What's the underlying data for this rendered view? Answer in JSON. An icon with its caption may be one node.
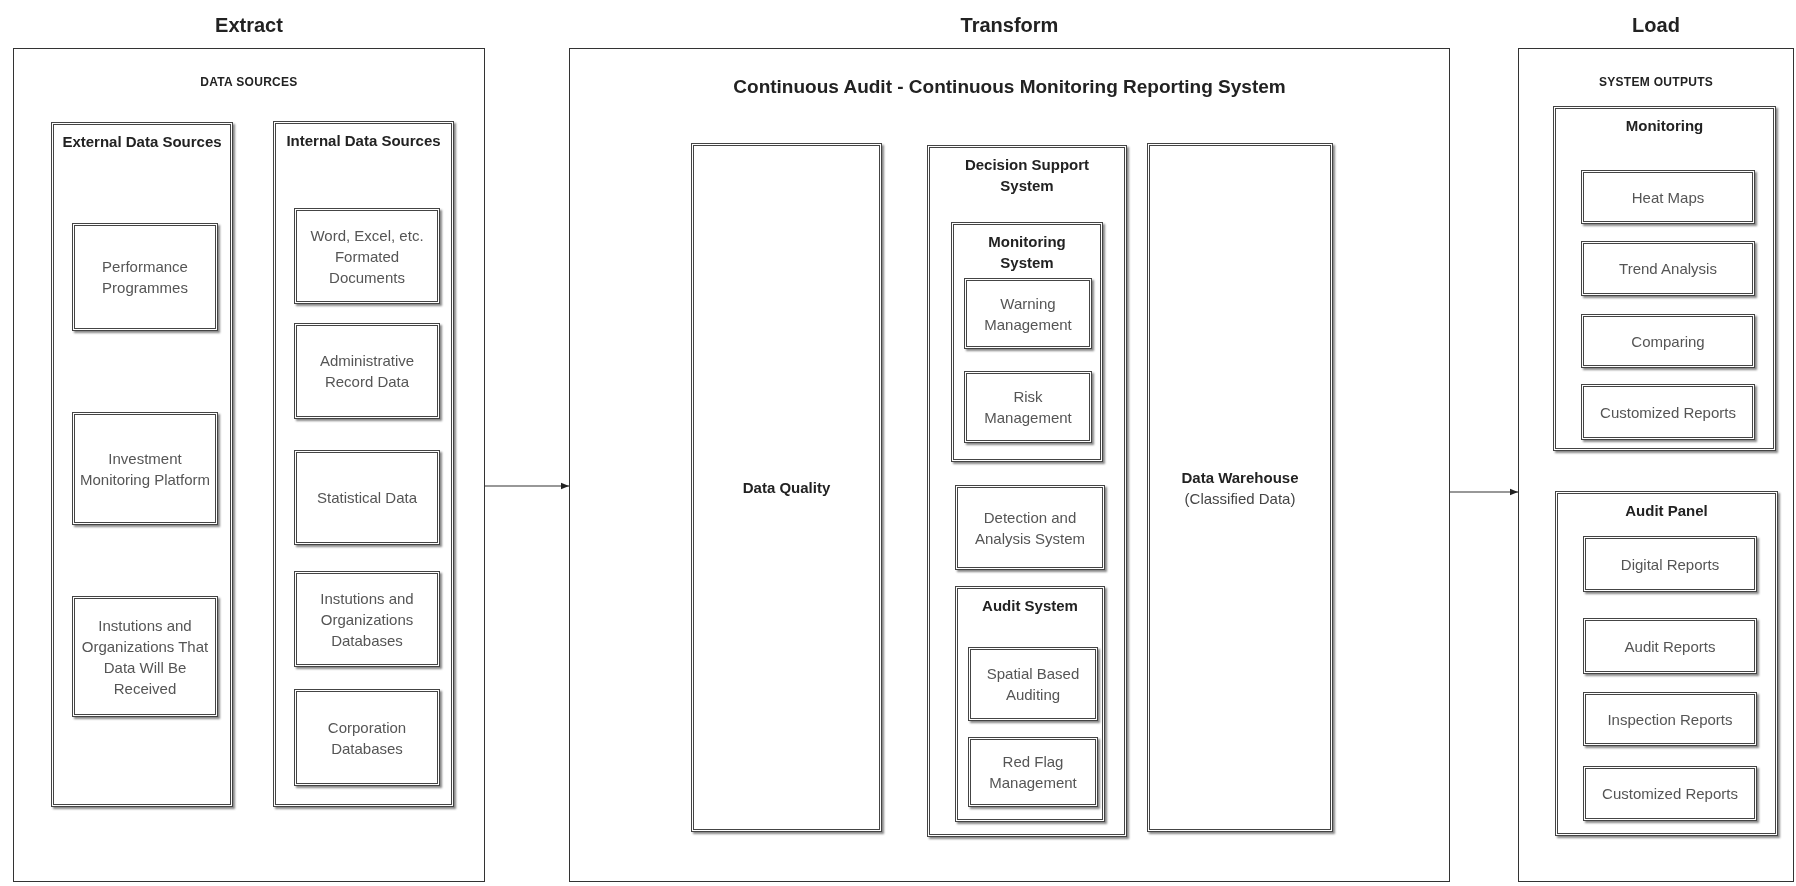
{
  "diagram": {
    "nodes": [
      {
        "text": [
          "Extract",
          "DATA SOURCES"
        ]
      },
      {
        "text": [
          "External Data Sources"
        ],
        "in": 0
      },
      {
        "text": [
          "Performance Programmes"
        ],
        "in": 1
      },
      {
        "text": [
          "Investment Monitoring Platform"
        ],
        "in": 1
      },
      {
        "text": [
          "Instutions and Organizations That Data Will Be Received"
        ],
        "in": 1
      },
      {
        "text": [
          "Internal Data Sources"
        ],
        "in": 0
      },
      {
        "text": [
          "Word, Excel, etc. Formated Documents"
        ],
        "in": 5
      },
      {
        "text": [
          "Administrative Record Data"
        ],
        "in": 5
      },
      {
        "text": [
          "Statistical Data"
        ],
        "in": 5
      },
      {
        "text": [
          "Instutions and Organizations Databases"
        ],
        "in": 5
      },
      {
        "text": [
          "Corporation Databases"
        ],
        "in": 5
      },
      {
        "text": [
          "Transform",
          "Continuous Audit - Continuous Monitoring Reporting System"
        ]
      },
      {
        "text": [
          "Data Quality"
        ],
        "in": 11
      },
      {
        "text": [
          "Decision Support System"
        ],
        "in": 11
      },
      {
        "text": [
          "Monitoring System"
        ],
        "in": 13
      },
      {
        "text": [
          "Warning Management"
        ],
        "in": 14
      },
      {
        "text": [
          "Risk Management"
        ],
        "in": 14
      },
      {
        "text": [
          "Detection and Analysis System"
        ],
        "in": 13
      },
      {
        "text": [
          "Audit System"
        ],
        "in": 13
      },
      {
        "text": [
          "Spatial Based Auditing"
        ],
        "in": 18
      },
      {
        "text": [
          "Red Flag Management"
        ],
        "in": 18
      },
      {
        "text": [
          "Data Warehouse",
          "(Classified Data)"
        ],
        "in": 11
      },
      {
        "text": [
          "Load",
          "SYSTEM OUTPUTS"
        ]
      },
      {
        "text": [
          "Monitoring"
        ],
        "in": 22
      },
      {
        "text": [
          "Heat Maps"
        ],
        "in": 23
      },
      {
        "text": [
          "Trend Analysis"
        ],
        "in": 23
      },
      {
        "text": [
          "Comparing"
        ],
        "in": 23
      },
      {
        "text": [
          "Customized Reports"
        ],
        "in": 23
      },
      {
        "text": [
          "Audit Panel"
        ],
        "in": 22
      },
      {
        "text": [
          "Digital Reports"
        ],
        "in": 28
      },
      {
        "text": [
          "Audit Reports"
        ],
        "in": 28
      },
      {
        "text": [
          "Inspection Reports"
        ],
        "in": 28
      },
      {
        "text": [
          "Customized Reports"
        ],
        "in": 28
      }
    ],
    "edges": [
      {
        "from": 0,
        "to": 11,
        "arrow": "to"
      },
      {
        "from": 11,
        "to": 22,
        "arrow": "to"
      }
    ]
  }
}
